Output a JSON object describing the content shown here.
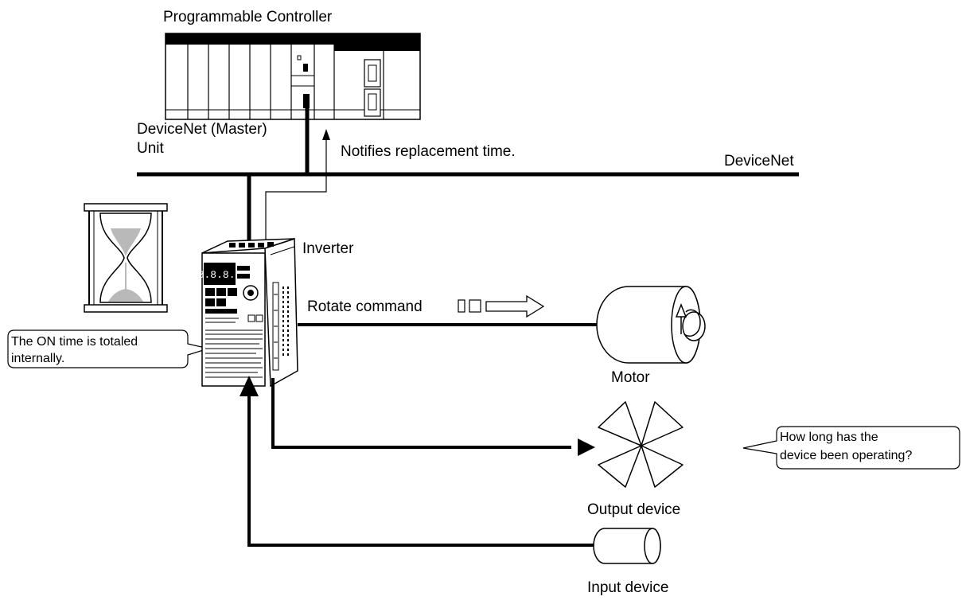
{
  "labels": {
    "plc": "Programmable Controller",
    "master_unit_line1": "DeviceNet (Master)",
    "master_unit_line2": "Unit",
    "notify": "Notifies replacement time.",
    "devicenet": "DeviceNet",
    "inverter": "Inverter",
    "rotate_command": "Rotate command",
    "motor": "Motor",
    "output_device": "Output device",
    "input_device": "Input device"
  },
  "callouts": {
    "on_time_line1": "The ON time is totaled",
    "on_time_line2": "internally.",
    "question_line1": "How long has the",
    "question_line2": "device been operating?"
  },
  "inverter_display": "8.8.8.8"
}
